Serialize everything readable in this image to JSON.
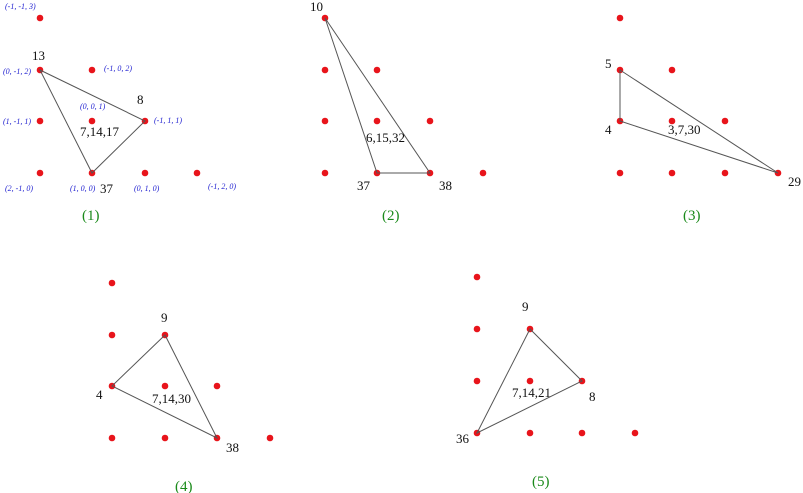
{
  "colors": {
    "dot": "#e8141b",
    "edge": "#555555",
    "coord_text": "#1f1fd0",
    "caption_text": "#1a8a1a",
    "label_text": "#111111"
  },
  "panels": [
    {
      "caption": "(1)",
      "triangle_label": "7,14,17",
      "vertex_labels": [
        "13",
        "8",
        "37"
      ],
      "coord_labels": [
        "(-1, -1, 3)",
        "(0, -1, 2)",
        "(-1, 0, 2)",
        "(0, 0, 1)",
        "(1, -1, 1)",
        "(-1, 1, 1)",
        "(2, -1, 0)",
        "(1, 0, 0)",
        "(0, 1, 0)",
        "(-1, 2, 0)"
      ]
    },
    {
      "caption": "(2)",
      "triangle_label": "6,15,32",
      "vertex_labels": [
        "10",
        "37",
        "38"
      ]
    },
    {
      "caption": "(3)",
      "triangle_label": "3,7,30",
      "vertex_labels": [
        "5",
        "4",
        "29"
      ]
    },
    {
      "caption": "(4)",
      "triangle_label": "7,14,30",
      "vertex_labels": [
        "9",
        "4",
        "38"
      ]
    },
    {
      "caption": "(5)",
      "triangle_label": "7,14,21",
      "vertex_labels": [
        "9",
        "8",
        "36"
      ]
    }
  ]
}
